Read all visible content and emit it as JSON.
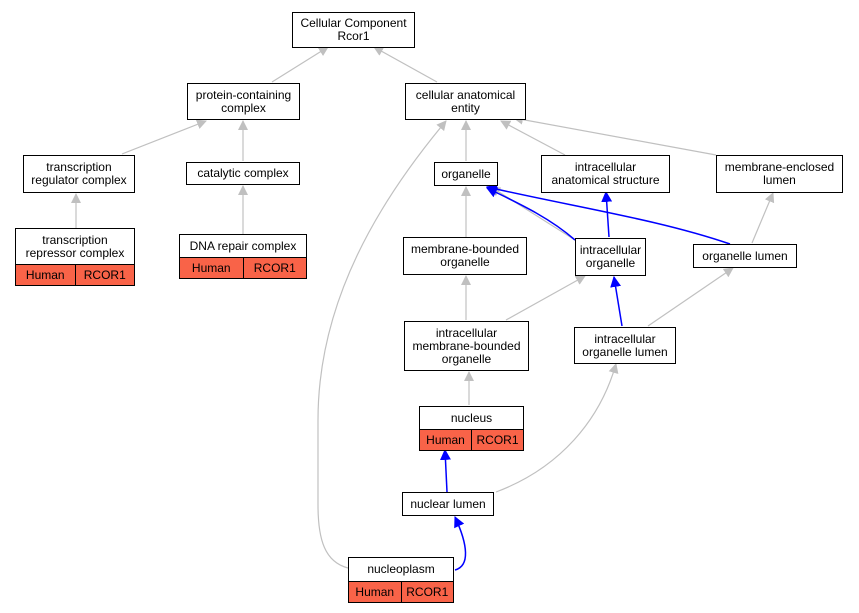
{
  "colors": {
    "annotation_fill": "#f96348",
    "edge_gray": "#c0c0c0",
    "edge_blue": "#0000ff"
  },
  "nodes": {
    "root": "Cellular Component\nRcor1",
    "protein_containing_complex": "protein-containing\ncomplex",
    "cellular_anatomical_entity": "cellular anatomical\nentity",
    "transcription_regulator_complex": "transcription\nregulator complex",
    "catalytic_complex": "catalytic complex",
    "organelle": "organelle",
    "intracellular_anatomical_structure": "intracellular\nanatomical structure",
    "membrane_enclosed_lumen": "membrane-enclosed\nlumen",
    "transcription_repressor_complex": {
      "label": "transcription\nrepressor complex",
      "species": "Human",
      "gene": "RCOR1"
    },
    "dna_repair_complex": {
      "label": "DNA repair complex",
      "species": "Human",
      "gene": "RCOR1"
    },
    "membrane_bounded_organelle": "membrane-bounded\norganelle",
    "intracellular_organelle": "intracellular\norganelle",
    "organelle_lumen": "organelle lumen",
    "intracellular_membrane_bounded_organelle": "intracellular\nmembrane-bounded\norganelle",
    "intracellular_organelle_lumen": "intracellular\norganelle lumen",
    "nucleus": {
      "label": "nucleus",
      "species": "Human",
      "gene": "RCOR1"
    },
    "nuclear_lumen": "nuclear lumen",
    "nucleoplasm": {
      "label": "nucleoplasm",
      "species": "Human",
      "gene": "RCOR1"
    }
  }
}
